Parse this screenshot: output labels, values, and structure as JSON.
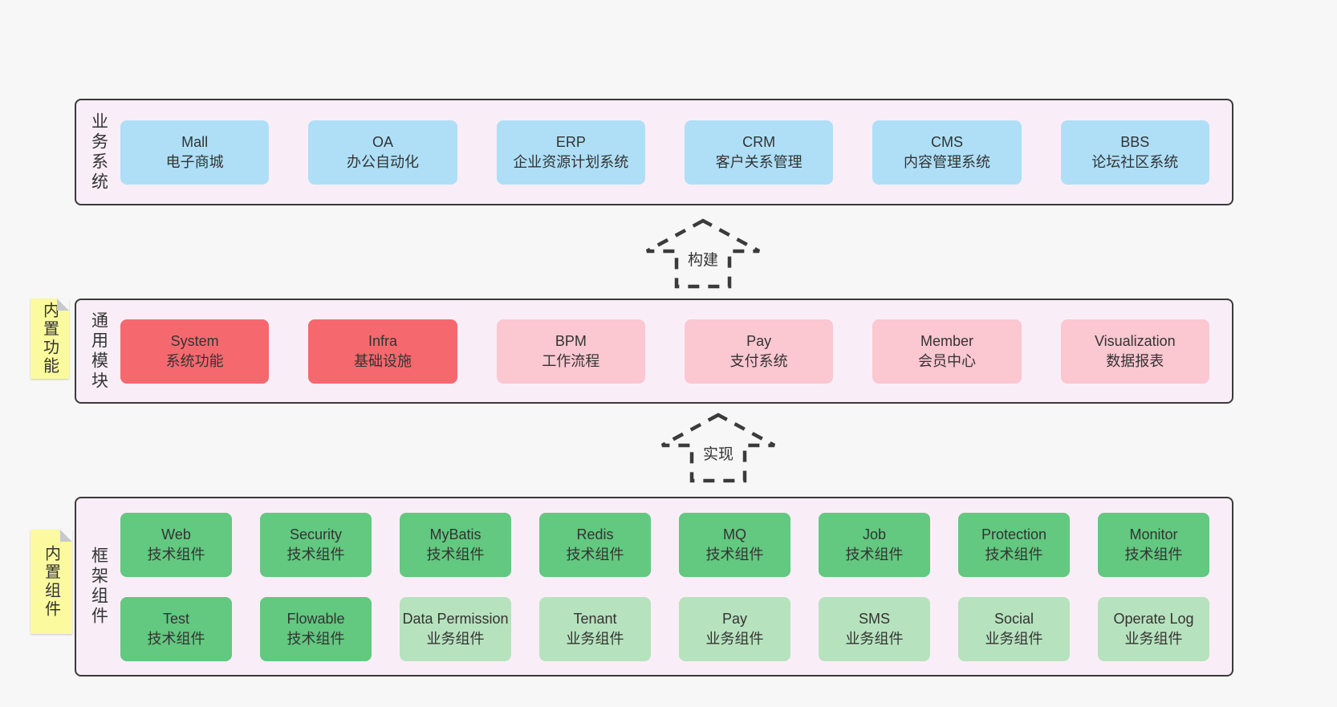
{
  "colors": {
    "page_bg": "#f7f7f7",
    "section_bg": "#f9eef7",
    "section_border": "#3a3a3a",
    "text": "#333333",
    "blue": "#aedff7",
    "red": "#f5696e",
    "pink": "#fbc7d1",
    "green": "#63c880",
    "light_green": "#b7e2be",
    "note_bg": "#fbfa9e",
    "note_fold": "#c6cacc",
    "arrow": "#3b3b3b"
  },
  "arrows": [
    {
      "label": "构建"
    },
    {
      "label": "实现"
    }
  ],
  "sections": [
    {
      "label": "业务系统",
      "note": "",
      "rows": [
        [
          {
            "title": "Mall",
            "subtitle": "电子商城",
            "variant": "blue"
          },
          {
            "title": "OA",
            "subtitle": "办公自动化",
            "variant": "blue"
          },
          {
            "title": "ERP",
            "subtitle": "企业资源计划系统",
            "variant": "blue"
          },
          {
            "title": "CRM",
            "subtitle": "客户关系管理",
            "variant": "blue"
          },
          {
            "title": "CMS",
            "subtitle": "内容管理系统",
            "variant": "blue"
          },
          {
            "title": "BBS",
            "subtitle": "论坛社区系统",
            "variant": "blue"
          }
        ]
      ]
    },
    {
      "label": "通用模块",
      "note": "内置功能",
      "rows": [
        [
          {
            "title": "System",
            "subtitle": "系统功能",
            "variant": "red"
          },
          {
            "title": "Infra",
            "subtitle": "基础设施",
            "variant": "red"
          },
          {
            "title": "BPM",
            "subtitle": "工作流程",
            "variant": "pink"
          },
          {
            "title": "Pay",
            "subtitle": "支付系统",
            "variant": "pink"
          },
          {
            "title": "Member",
            "subtitle": "会员中心",
            "variant": "pink"
          },
          {
            "title": "Visualization",
            "subtitle": "数据报表",
            "variant": "pink"
          }
        ]
      ]
    },
    {
      "label": "框架组件",
      "note": "内置组件",
      "rows": [
        [
          {
            "title": "Web",
            "subtitle": "技术组件",
            "variant": "green"
          },
          {
            "title": "Security",
            "subtitle": "技术组件",
            "variant": "green"
          },
          {
            "title": "MyBatis",
            "subtitle": "技术组件",
            "variant": "green"
          },
          {
            "title": "Redis",
            "subtitle": "技术组件",
            "variant": "green"
          },
          {
            "title": "MQ",
            "subtitle": "技术组件",
            "variant": "green"
          },
          {
            "title": "Job",
            "subtitle": "技术组件",
            "variant": "green"
          },
          {
            "title": "Protection",
            "subtitle": "技术组件",
            "variant": "green"
          },
          {
            "title": "Monitor",
            "subtitle": "技术组件",
            "variant": "green"
          }
        ],
        [
          {
            "title": "Test",
            "subtitle": "技术组件",
            "variant": "green"
          },
          {
            "title": "Flowable",
            "subtitle": "技术组件",
            "variant": "green"
          },
          {
            "title": "Data Permission",
            "subtitle": "业务组件",
            "variant": "light_green"
          },
          {
            "title": "Tenant",
            "subtitle": "业务组件",
            "variant": "light_green"
          },
          {
            "title": "Pay",
            "subtitle": "业务组件",
            "variant": "light_green"
          },
          {
            "title": "SMS",
            "subtitle": "业务组件",
            "variant": "light_green"
          },
          {
            "title": "Social",
            "subtitle": "业务组件",
            "variant": "light_green"
          },
          {
            "title": "Operate Log",
            "subtitle": "业务组件",
            "variant": "light_green"
          }
        ]
      ]
    }
  ]
}
